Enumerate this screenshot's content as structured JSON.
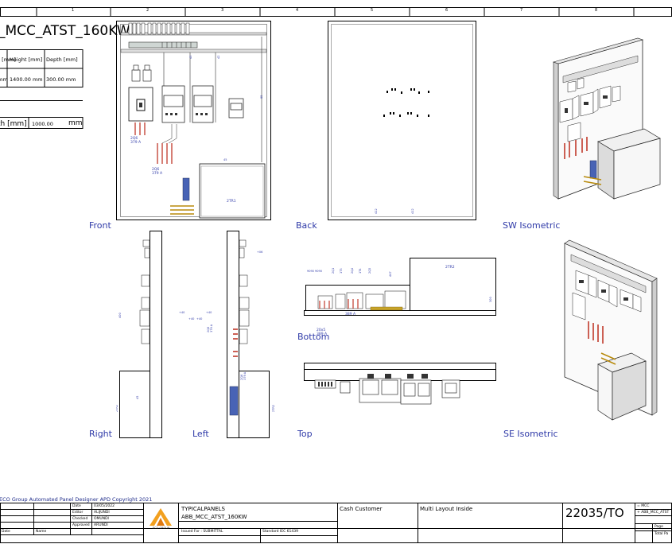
{
  "grid": {
    "top": [
      "1",
      "2",
      "3",
      "4",
      "5",
      "6",
      "7",
      "8"
    ]
  },
  "title": "_MCC_ATST_160KW",
  "dims_table": {
    "headers": [
      "h [mm]",
      "Height [mm]",
      "Depth [mm]"
    ],
    "values": [
      "mm",
      "1400.00 mm",
      "300.00 mm"
    ]
  },
  "length_row": {
    "label": "th [mm]",
    "value": "1000.00",
    "unit": "mm"
  },
  "views": {
    "front": "Front",
    "back": "Back",
    "sw_iso": "SW Isometric",
    "right": "Right",
    "left": "Left",
    "top": "Top",
    "se_iso": "SE Isometric",
    "bottom": "Bottom"
  },
  "tags": {
    "q6_a": "2Q6\n379 A",
    "q6_b": "2Q6\n379 A",
    "tr1": "2TR1",
    "tr2": "2TR2",
    "bottom_a": "389 A",
    "bottom_b": "20x5\n389 A"
  },
  "copyright": "ECO Group Automated Panel Designer APD Copyright 2021",
  "titleblock": {
    "date_lbl": "Date",
    "date": "03/05/2022",
    "editor_lbl": "Editor",
    "editor": "ALIJUNDI",
    "checked_lbl": "Checked",
    "checked": "OMUNDI",
    "approved_lbl": "Approved",
    "approved": "ARUNDI",
    "name_lbl": "Name",
    "date_col": "Date",
    "logo_text": "ECO GROUP",
    "project": "TYPICALPANELS",
    "drawing": "ABB_MCC_ATST_160KW",
    "issued_for": "Issued For :  SUBMITTAL",
    "standard": "Standard  IEC 61439",
    "customer": "Cash Customer",
    "layout": "Multi Layout Inside",
    "doc_no": "22035/TO",
    "side1": "= MCC",
    "side2": "+ ABB_MCC_ATST",
    "page": "Page",
    "total": "Total Pa"
  }
}
